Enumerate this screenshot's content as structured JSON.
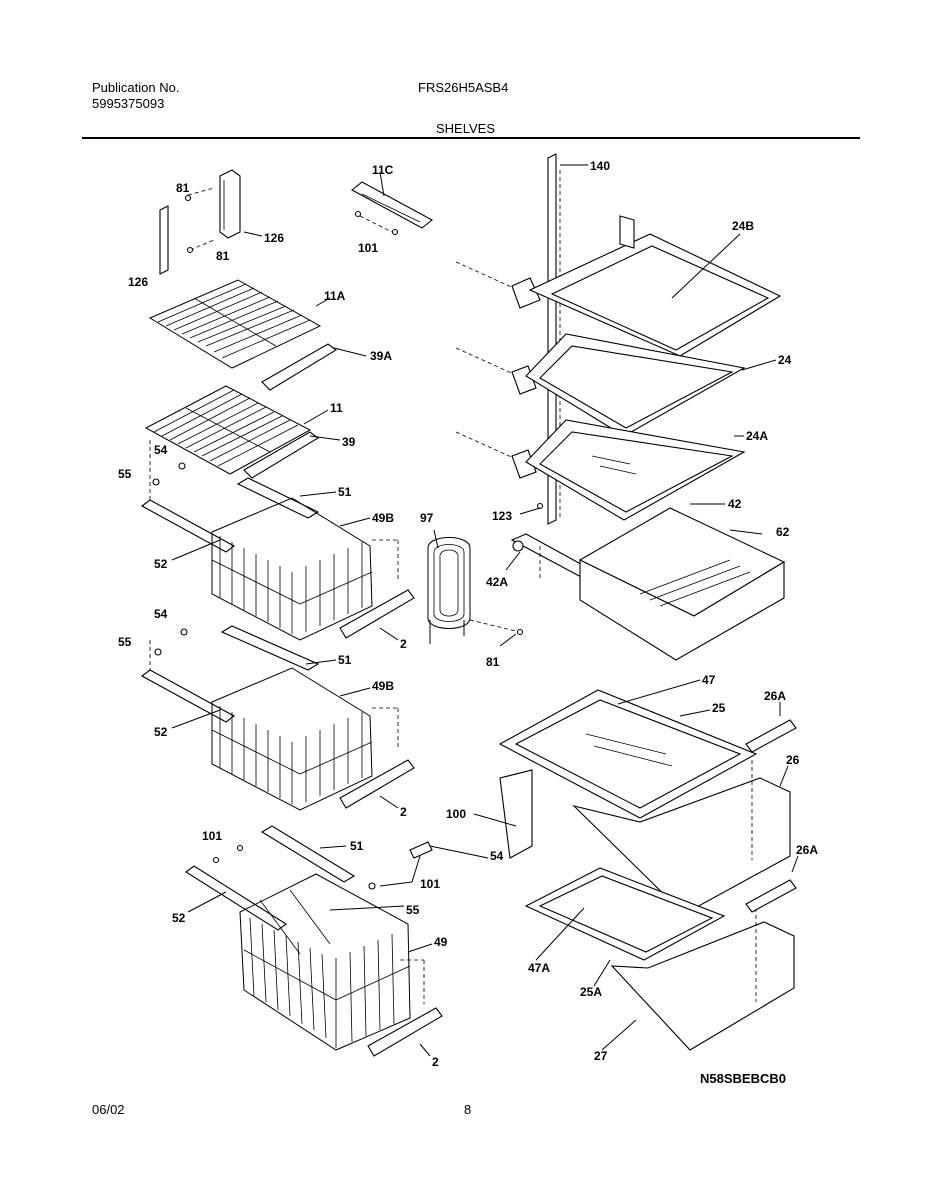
{
  "header": {
    "publication_label": "Publication No.",
    "publication_number": "5995375093",
    "model": "FRS26H5ASB4",
    "section_title": "SHELVES"
  },
  "footer": {
    "date": "06/02",
    "page": "8"
  },
  "drawing_code": "N58SBEBCB0",
  "callouts": {
    "c81a": "81",
    "c81b": "81",
    "c81c": "81",
    "c126a": "126",
    "c126b": "126",
    "c11c": "11C",
    "c101a": "101",
    "c140": "140",
    "c24b": "24B",
    "c11a": "11A",
    "c39a": "39A",
    "c24": "24",
    "c11": "11",
    "c39": "39",
    "c24a": "24A",
    "c54a": "54",
    "c55a": "55",
    "c51a": "51",
    "c49ba": "49B",
    "c97": "97",
    "c123": "123",
    "c42": "42",
    "c62": "62",
    "c52a": "52",
    "c42a": "42A",
    "c2a": "2",
    "c54b": "54",
    "c55b": "55",
    "c51b": "51",
    "c49bb": "49B",
    "c52b": "52",
    "c2b": "2",
    "c47": "47",
    "c26a1": "26A",
    "c25": "25",
    "c26": "26",
    "c100": "100",
    "c101b": "101",
    "c51c": "51",
    "c54c": "54",
    "c101c": "101",
    "c26a2": "26A",
    "c52c": "52",
    "c55c": "55",
    "c49": "49",
    "c47a": "47A",
    "c25a": "25A",
    "c27": "27",
    "c2c": "2"
  }
}
